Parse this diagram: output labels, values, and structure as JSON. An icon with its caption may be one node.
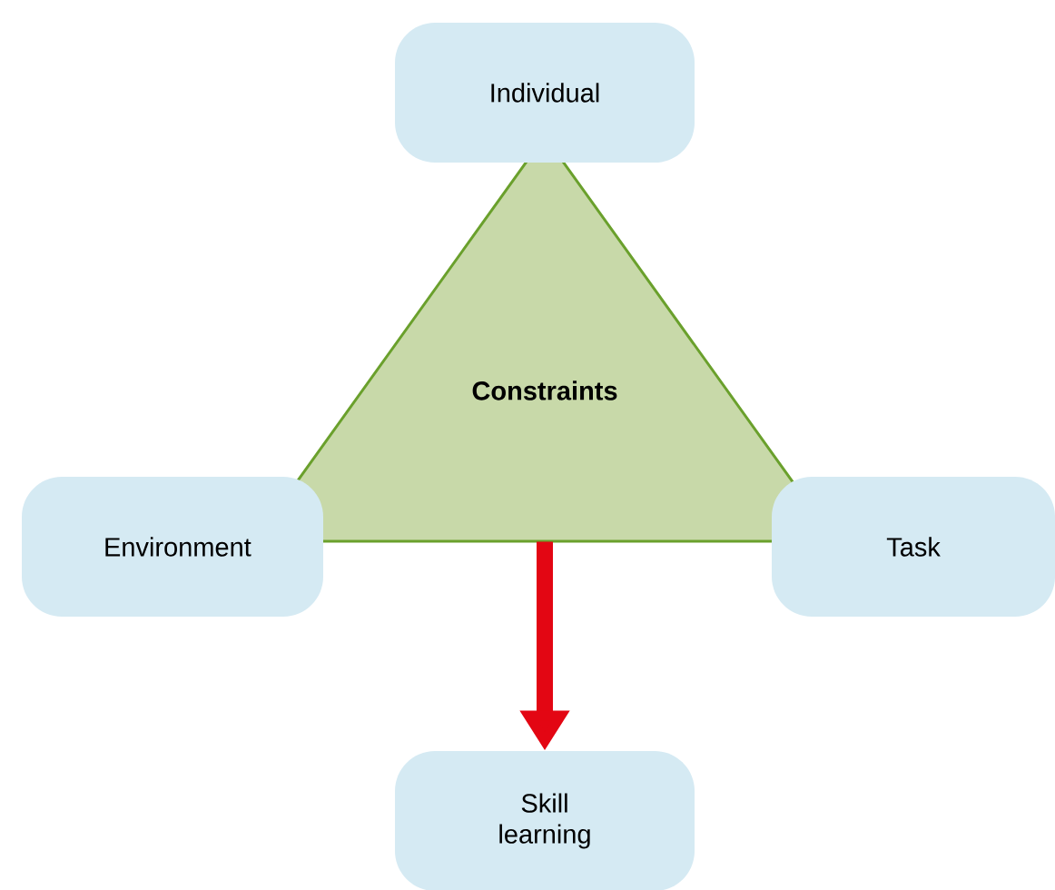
{
  "diagram": {
    "nodes": [
      {
        "text": [
          "Constraints"
        ]
      },
      {
        "text": [
          "Individual"
        ]
      },
      {
        "text": [
          "Environment"
        ]
      },
      {
        "text": [
          "Task"
        ]
      },
      {
        "text": [
          "Skill learning"
        ]
      }
    ],
    "edges": [
      {
        "from": 0,
        "to": 4,
        "arrow": "to",
        "color": "#e30613"
      }
    ]
  }
}
